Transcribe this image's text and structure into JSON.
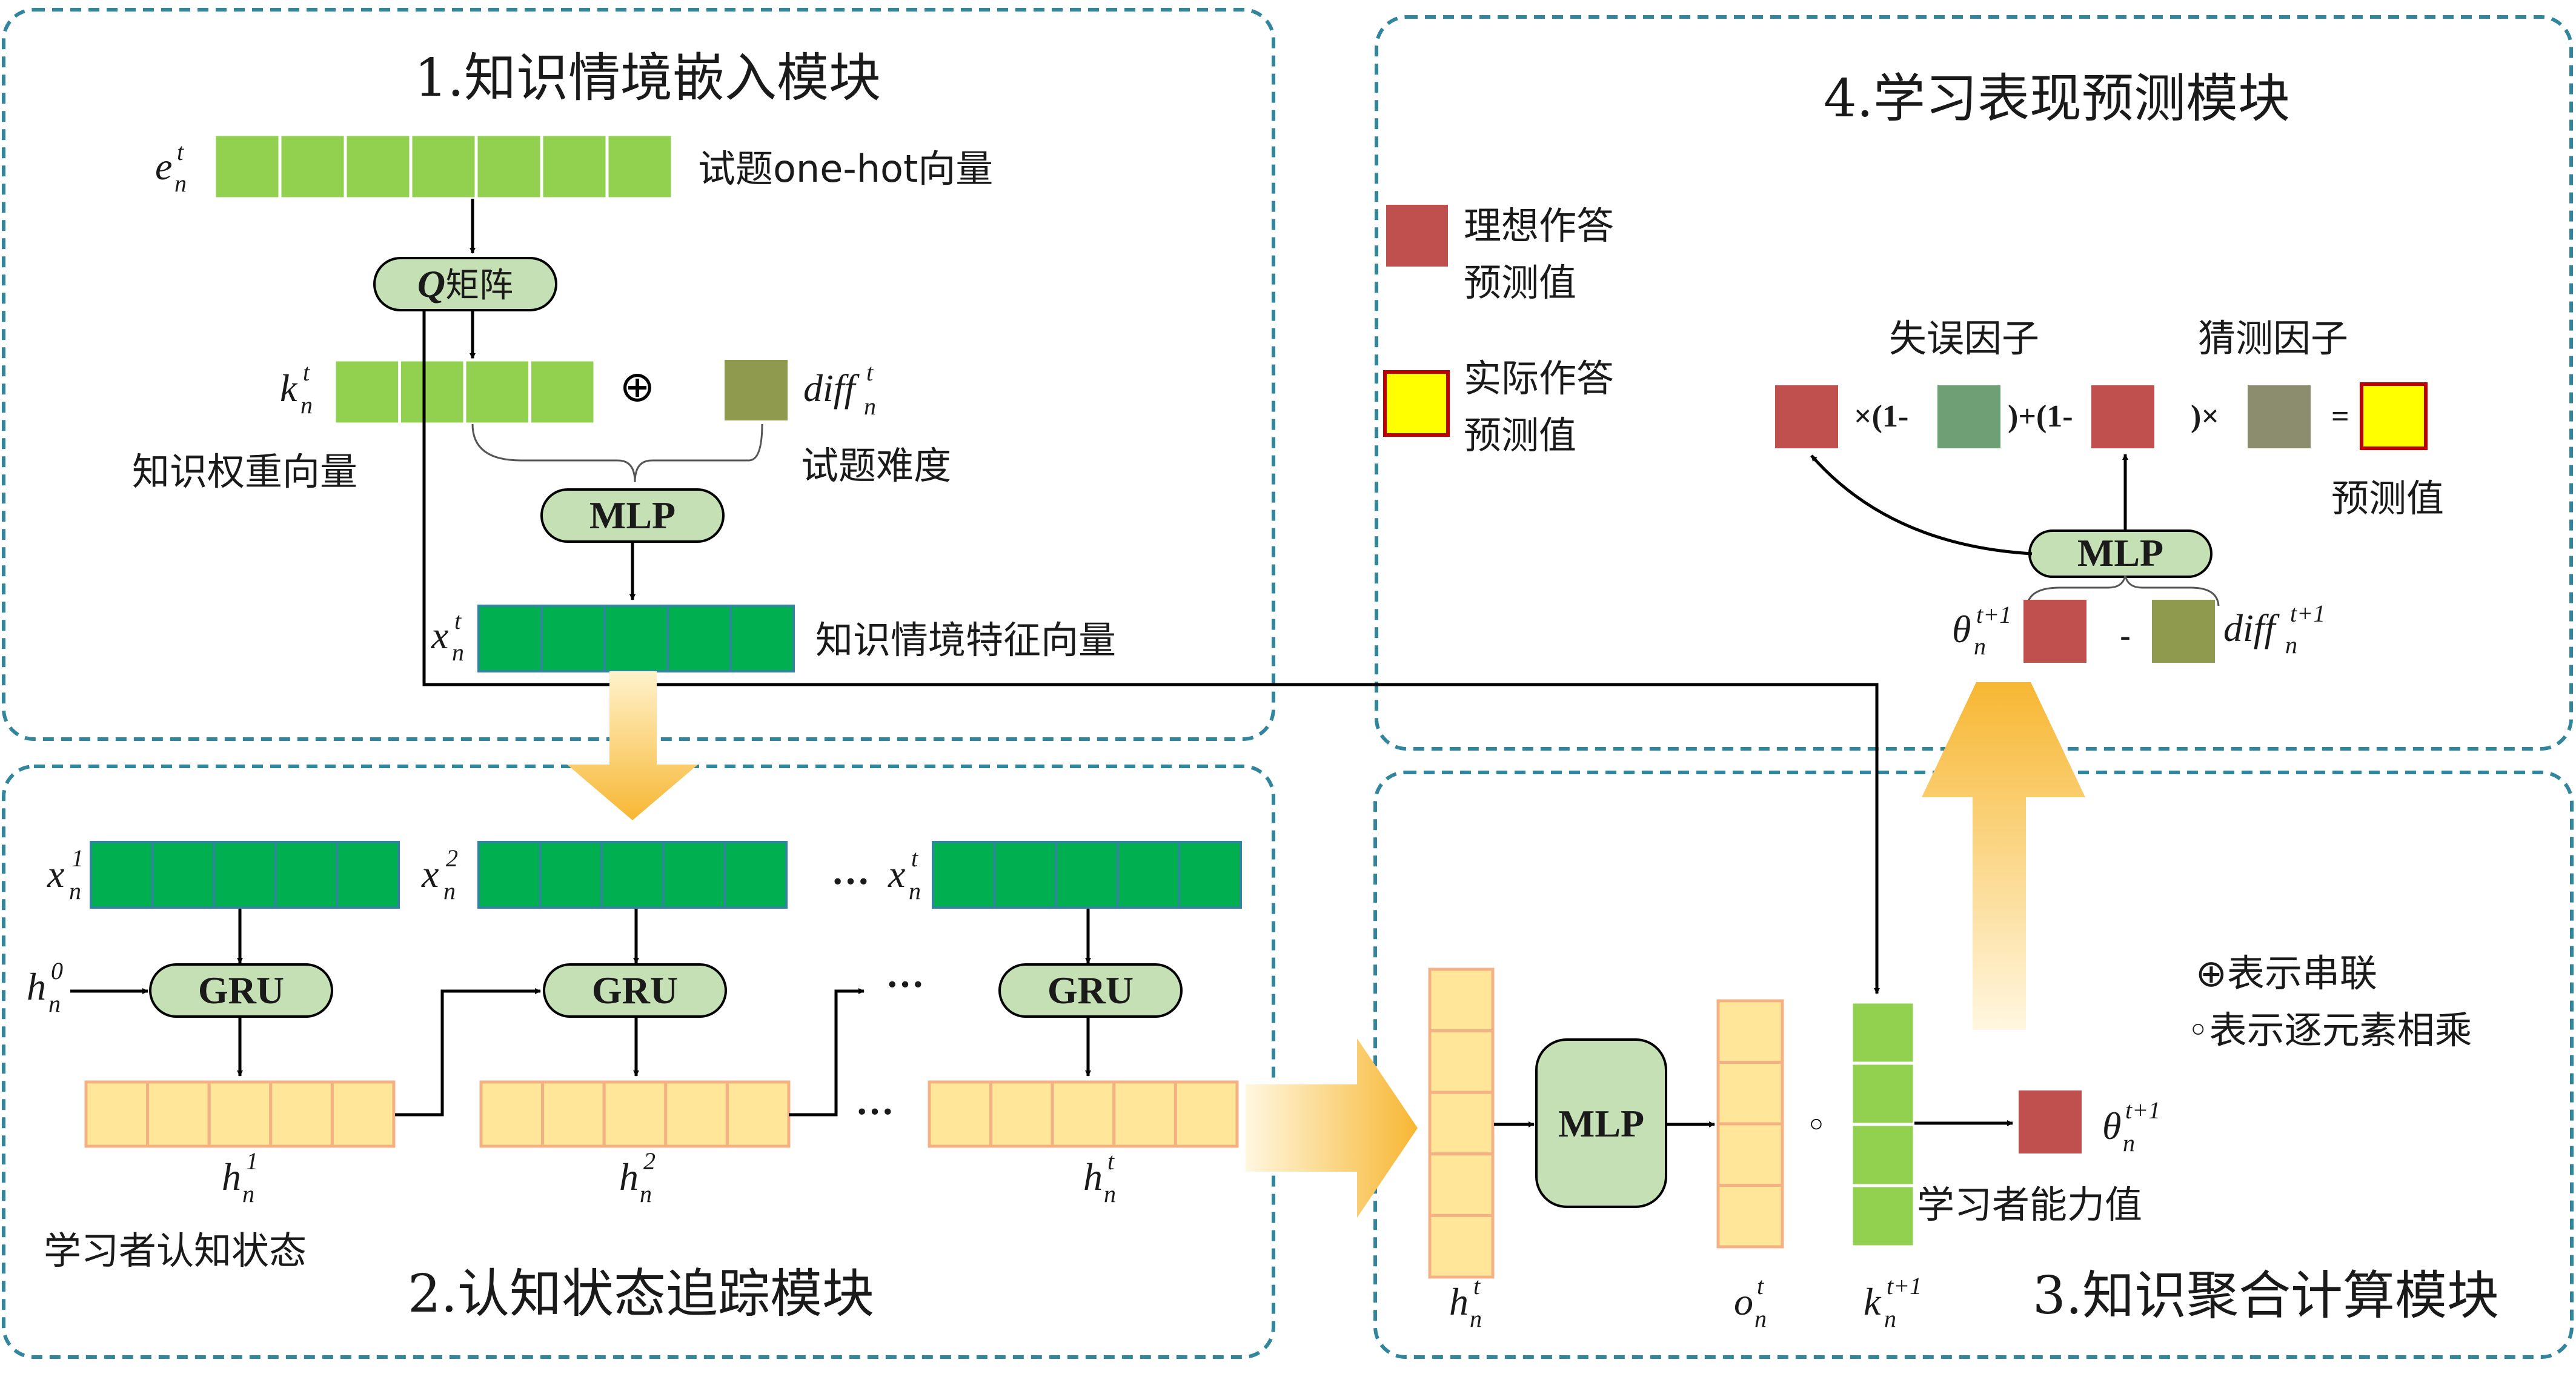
{
  "modules": {
    "m1": "1.知识情境嵌入模块",
    "m2": "2.认知状态追踪模块",
    "m3": "3.知识聚合计算模块",
    "m4": "4.学习表现预测模块"
  },
  "labels": {
    "onehot": "试题one-hot向量",
    "kweight": "知识权重向量",
    "difficulty": "试题难度",
    "feature": "知识情境特征向量",
    "cognitive": "学习者认知状态",
    "ability": "学习者能力值",
    "ideal_line1": "理想作答",
    "ideal_line2": "预测值",
    "actual_line1": "实际作答",
    "actual_line2": "预测值",
    "slip": "失误因子",
    "guess": "猜测因子",
    "predicted": "预测值",
    "concat": "⊕表示串联",
    "hadamard": "◦表示逐元素相乘"
  },
  "nodes": {
    "q_prefix": "Q",
    "q_matrix": "矩阵",
    "mlp": "MLP",
    "gru": "GRU"
  },
  "symbols": {
    "oplus": "⊕",
    "circ": "◦",
    "ellipsis": "···",
    "minus": "-"
  },
  "formula": {
    "p1": "×(1-",
    "p2": ")+(1-",
    "p3": ")×",
    "p4": "="
  },
  "vars": {
    "e": "e",
    "k": "k",
    "x": "x",
    "h": "h",
    "o": "o",
    "diff": "diff",
    "theta": "θ",
    "sub_n": "n",
    "sup_t": "t",
    "sup_t1": "t+1",
    "sup_0": "0",
    "sup_1": "1",
    "sup_2": "2"
  },
  "colors": {
    "light_green": "#92d050",
    "dark_green": "#00b050",
    "olive": "#8f9a4f",
    "red": "#c0504d",
    "sage": "#6f9f74",
    "gray_olive": "#8c8c6e",
    "yellow": "#ffff00",
    "node_fill": "#c5e0b4",
    "orange_cell": "#ffe699",
    "orange_stroke": "#f4b183",
    "border": "#31859c"
  }
}
